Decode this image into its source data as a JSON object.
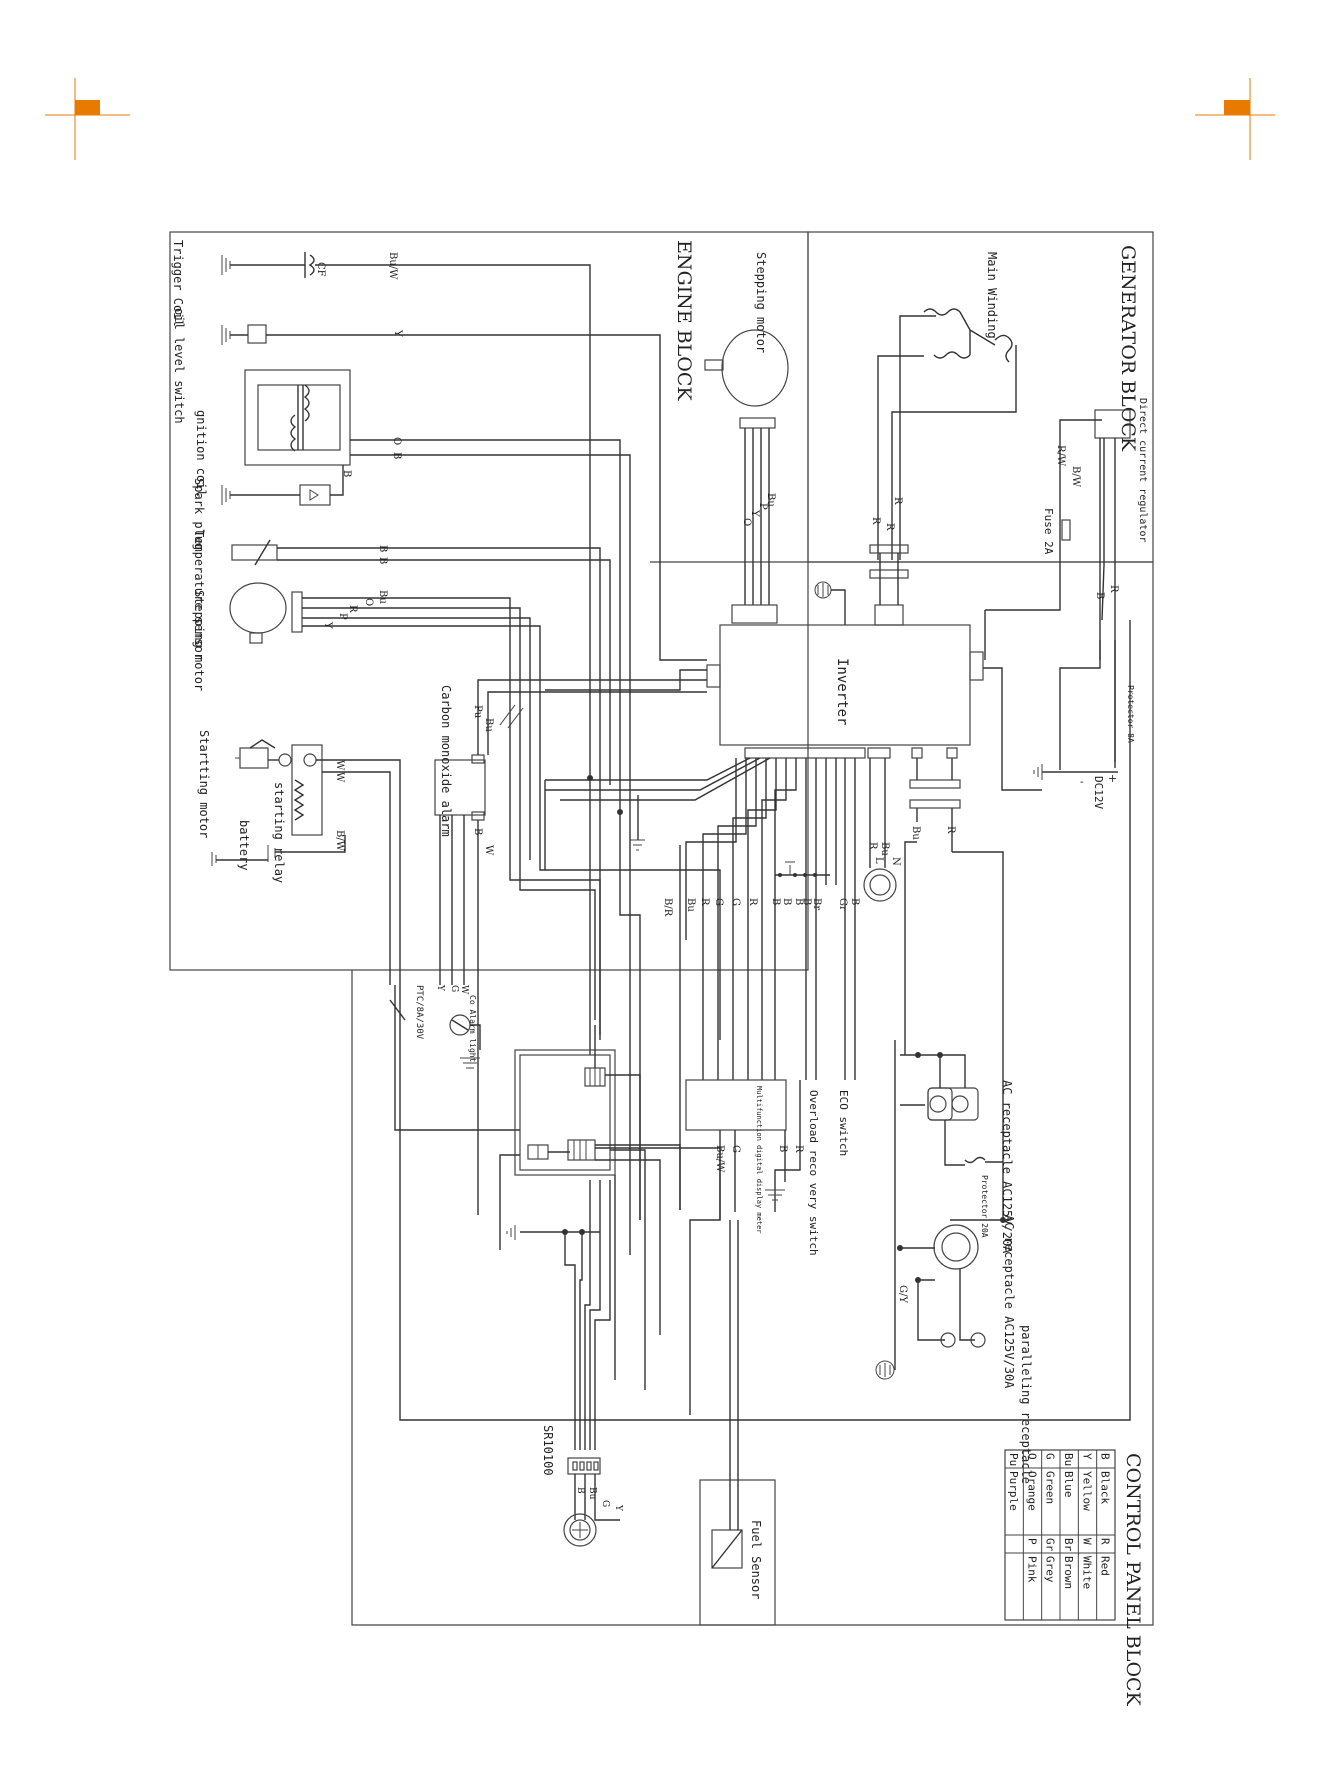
{
  "blocks": {
    "generator": "GENERATOR BLOCK",
    "engine": "ENGINE BLOCK",
    "control_panel": "CONTROL PANEL BLOCK"
  },
  "components": {
    "main_winding": "Main Winding",
    "dc_regulator": "Direct current regulator",
    "fuse": "Fuse 2A",
    "stepping_motor_top": "Stepping motor",
    "inverter": "Inverter",
    "protector_8a": "Protector 8A",
    "dc12v": "DC12V",
    "trigger_coil": "Trigger Coil",
    "cf": "CF",
    "oil_level_switch": "oil level switch",
    "ignition_coil": "gnition coil",
    "spark_plug": "Spark plug",
    "temperature_sensor": "Temperature sensor",
    "stepping_motor_left": "Stepping motor",
    "carbon_monoxide_alarm": "Carbon monoxide alarm",
    "starting_motor": "Startting motor",
    "starting_relay": "starting relay",
    "battery": "battery",
    "co_alarm_light": "Co Alarm light",
    "ptc": "PTC/8A/30V",
    "multifunction_meter": "Multifunction digital display meter",
    "eco_switch": "ECO switch",
    "overload_switch": "Overload reco very switch",
    "ac_receptacle_20a": "AC receptacle AC125V/20A",
    "protector_20a": "Protector 20A",
    "ac_receptacle_30a": "AC receptacle AC125V/30A",
    "paralleling_receptacle": "paralleling receptacle",
    "sr10100": "SR10100",
    "fuel_sensor": "Fuel Sensor"
  },
  "legend": {
    "rows": [
      [
        "B",
        "Black",
        "R",
        "Red"
      ],
      [
        "Y",
        "Yellow",
        "W",
        "White"
      ],
      [
        "Bu",
        "Blue",
        "Br",
        "Brown"
      ],
      [
        "G",
        "Green",
        "Gr",
        "Grey"
      ],
      [
        "O",
        "Orange",
        "P",
        "Pink"
      ],
      [
        "Pu",
        "Purple",
        "",
        ""
      ]
    ]
  },
  "wire_labels": {
    "bu_w": "Bu/W",
    "y": "Y",
    "o": "O",
    "b": "B",
    "r": "R",
    "p": "P",
    "bu": "Bu",
    "g": "G",
    "w": "W",
    "br": "Br",
    "gr": "Gr",
    "pu": "Pu",
    "r_w": "R/W",
    "b_w": "B/W",
    "b_r": "B/R",
    "g_y": "G/Y",
    "l": "L",
    "n": "N",
    "plus": "+",
    "minus": "-"
  },
  "colors": {
    "corner_mark": "#e87a00",
    "line": "#333333"
  }
}
